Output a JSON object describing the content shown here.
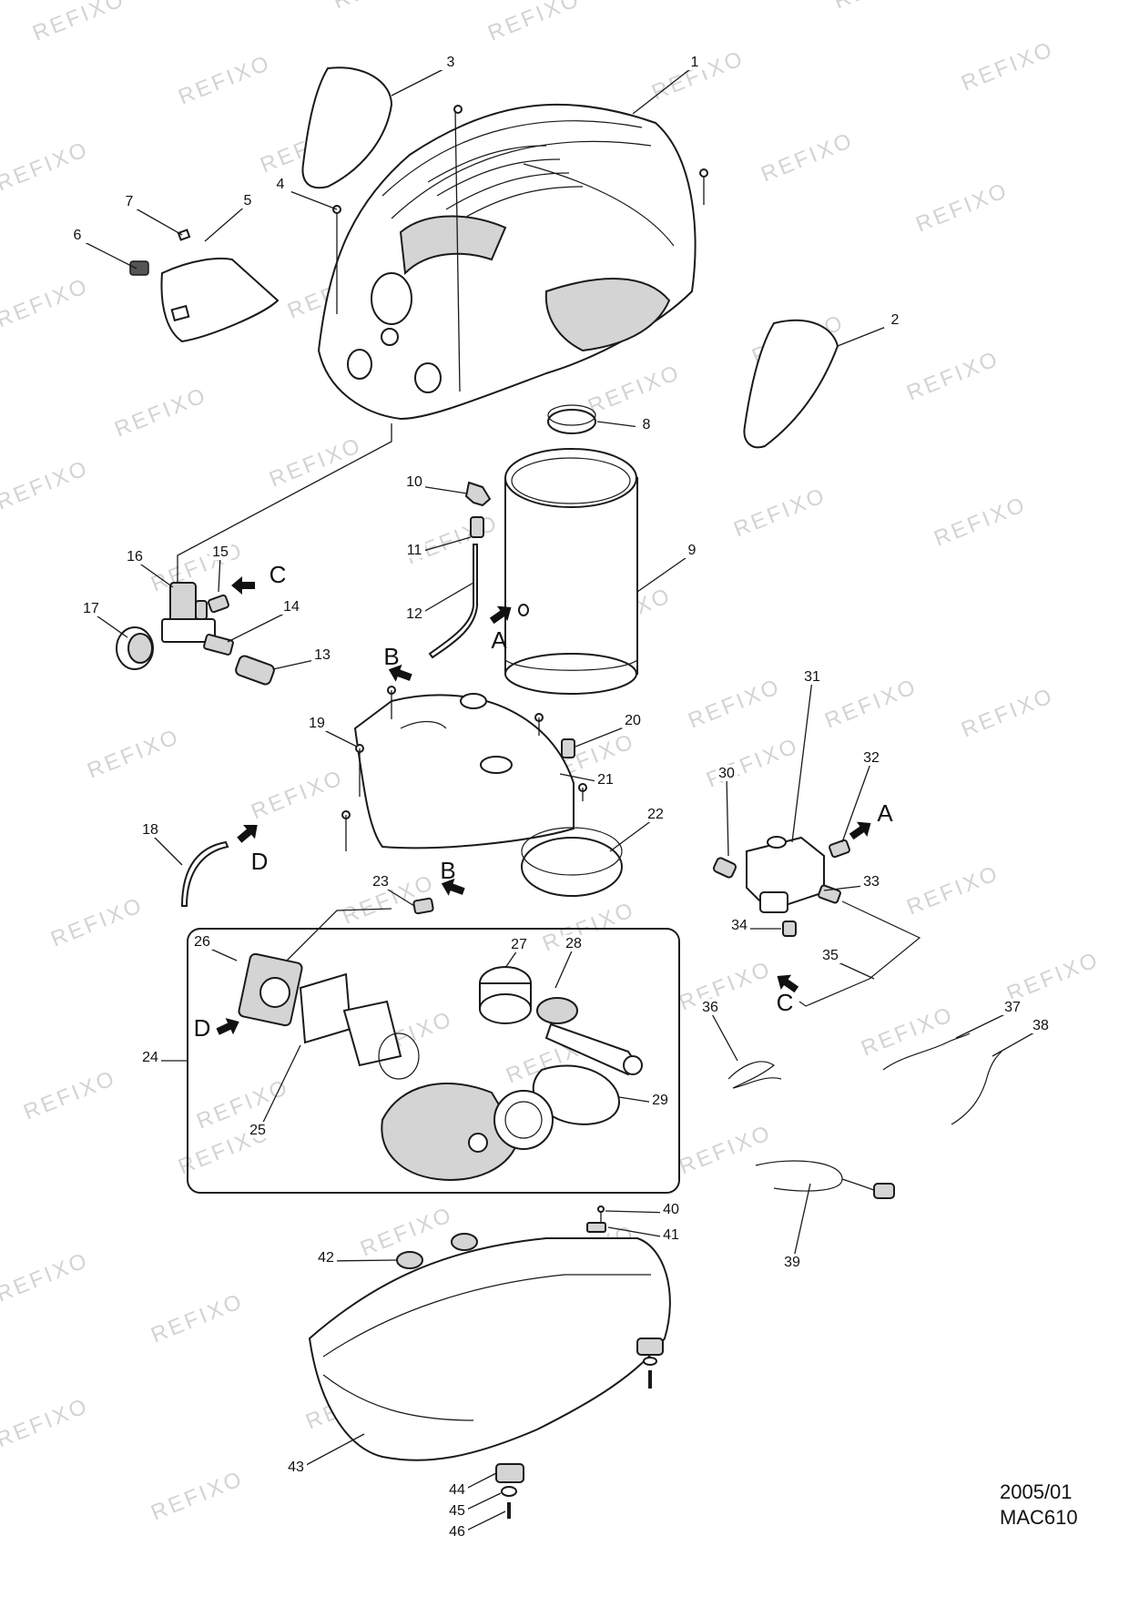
{
  "watermark": "REFIXO",
  "footer": {
    "date": "2005/01",
    "model": "MAC610"
  },
  "callouts": [
    "1",
    "2",
    "3",
    "4",
    "5",
    "6",
    "7",
    "8",
    "9",
    "10",
    "11",
    "12",
    "13",
    "14",
    "15",
    "16",
    "17",
    "18",
    "19",
    "20",
    "21",
    "22",
    "23",
    "24",
    "25",
    "26",
    "27",
    "28",
    "29",
    "30",
    "31",
    "32",
    "33",
    "34",
    "35",
    "36",
    "37",
    "38",
    "39",
    "40",
    "41",
    "42",
    "43",
    "44",
    "45",
    "46"
  ],
  "flow_markers": [
    "A",
    "B",
    "C",
    "D"
  ]
}
